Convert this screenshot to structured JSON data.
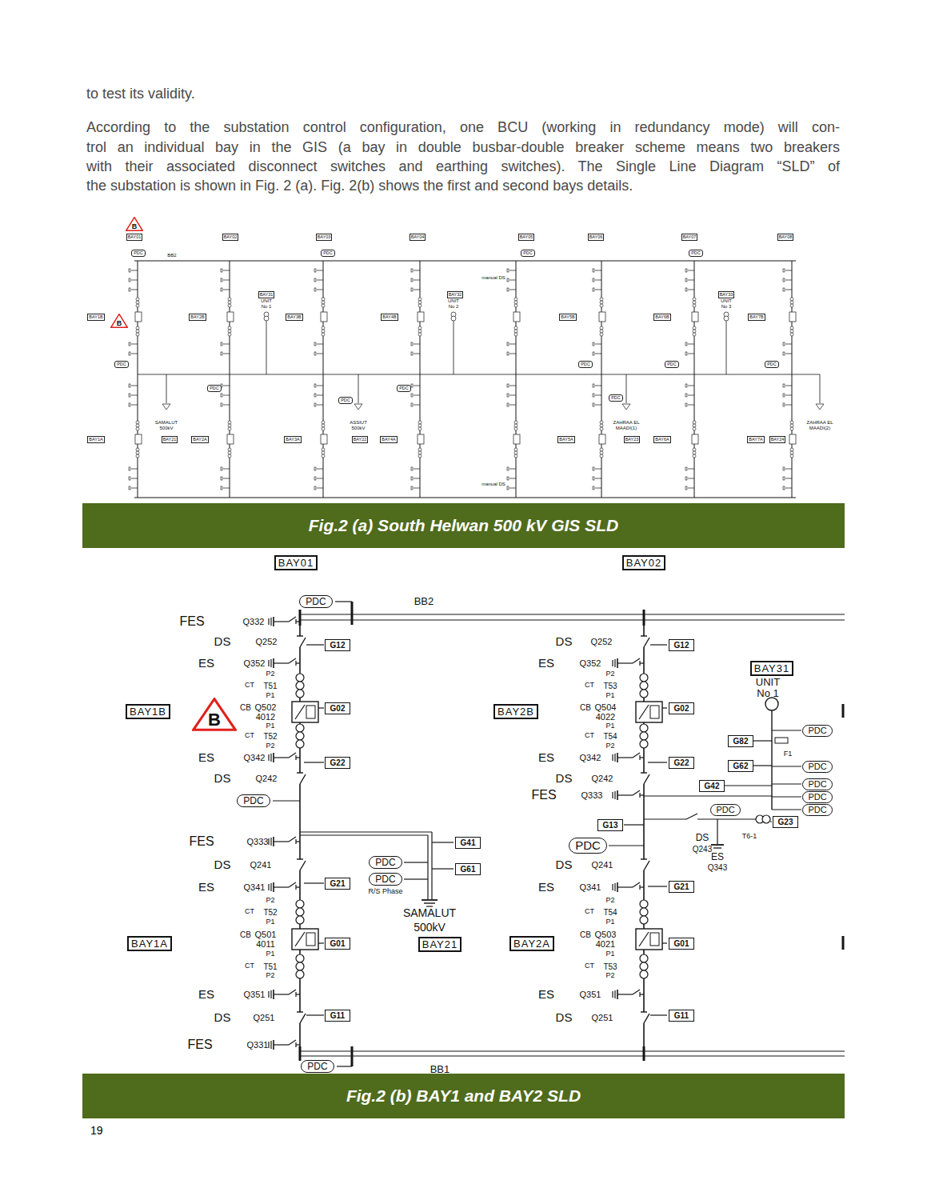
{
  "diagram": {
    "nodes": [
      {
        "text": [
          "B"
        ]
      },
      {
        "text": [
          "BAY01"
        ]
      },
      {
        "text": [
          "BAY02"
        ]
      },
      {
        "text": [
          "BAY03"
        ]
      },
      {
        "text": [
          "BAY04"
        ]
      },
      {
        "text": [
          "BAY05"
        ]
      },
      {
        "text": [
          "BAY06"
        ]
      },
      {
        "text": [
          "BAY07"
        ]
      },
      {
        "text": [
          "BAY08"
        ]
      },
      {
        "text": [
          "PDC"
        ]
      },
      {
        "text": [
          "PDC"
        ]
      },
      {
        "text": [
          "PDC"
        ]
      },
      {
        "text": [
          "PDC"
        ]
      },
      {
        "text": [
          "PDC"
        ]
      },
      {
        "text": [
          "PDC"
        ]
      },
      {
        "text": [
          "PDC"
        ]
      },
      {
        "text": [
          "PDC"
        ]
      },
      {
        "text": [
          "PDC"
        ]
      },
      {
        "text": [
          "PDC"
        ]
      },
      {
        "text": [
          "PDC"
        ]
      },
      {
        "text": [
          "PDC"
        ]
      },
      {
        "text": [
          "BAY1B"
        ]
      },
      {
        "text": [
          "B"
        ]
      },
      {
        "text": [
          "BAY2B"
        ]
      },
      {
        "text": [
          "BAY31"
        ]
      },
      {
        "text": [
          "BAY3B"
        ]
      },
      {
        "text": [
          "BAY4B"
        ]
      },
      {
        "text": [
          "BAY32"
        ]
      },
      {
        "text": [
          "BAY5B"
        ]
      },
      {
        "text": [
          "BAY6B"
        ]
      },
      {
        "text": [
          "BAY33"
        ]
      },
      {
        "text": [
          "BAY7B"
        ]
      },
      {
        "text": [
          "BAY1A"
        ]
      },
      {
        "text": [
          "BAY21"
        ]
      },
      {
        "text": [
          "BAY2A"
        ]
      },
      {
        "text": [
          "BAY3A"
        ]
      },
      {
        "text": [
          "BAY22"
        ]
      },
      {
        "text": [
          "BAY4A"
        ]
      },
      {
        "text": [
          "BAY5A"
        ]
      },
      {
        "text": [
          "BAY23"
        ]
      },
      {
        "text": [
          "BAY6A"
        ]
      },
      {
        "text": [
          "BAY7A"
        ]
      },
      {
        "text": [
          "BAY24"
        ]
      },
      {
        "text": [
          "Fig.2 (a) South Helwan 500 kV GIS SLD"
        ]
      },
      {
        "text": [
          "BAY01"
        ]
      },
      {
        "text": [
          "BAY02"
        ]
      },
      {
        "text": [
          "PDC"
        ]
      },
      {
        "text": [
          "BAY1B"
        ]
      },
      {
        "text": [
          "B"
        ]
      },
      {
        "text": [
          "G12"
        ]
      },
      {
        "text": [
          "G02"
        ]
      },
      {
        "text": [
          "G22"
        ]
      },
      {
        "text": [
          "PDC"
        ]
      },
      {
        "text": [
          "G41"
        ]
      },
      {
        "text": [
          "PDC"
        ]
      },
      {
        "text": [
          "PDC"
        ]
      },
      {
        "text": [
          "G61"
        ]
      },
      {
        "text": [
          "G21"
        ]
      },
      {
        "text": [
          "BAY21"
        ]
      },
      {
        "text": [
          "BAY1A"
        ]
      },
      {
        "text": [
          "G01"
        ]
      },
      {
        "text": [
          "G11"
        ]
      },
      {
        "text": [
          "PDC"
        ]
      },
      {
        "text": [
          "G12"
        ]
      },
      {
        "text": [
          "BAY31"
        ]
      },
      {
        "text": [
          "BAY2B"
        ]
      },
      {
        "text": [
          "G02"
        ]
      },
      {
        "text": [
          "PDC"
        ]
      },
      {
        "text": [
          "G82"
        ]
      },
      {
        "text": [
          "G22"
        ]
      },
      {
        "text": [
          "PDC"
        ]
      },
      {
        "text": [
          "G62"
        ]
      },
      {
        "text": [
          "G42"
        ]
      },
      {
        "text": [
          "PDC"
        ]
      },
      {
        "text": [
          "PDC"
        ]
      },
      {
        "text": [
          "PDC"
        ]
      },
      {
        "text": [
          "PDC"
        ]
      },
      {
        "text": [
          "G23"
        ]
      },
      {
        "text": [
          "G13"
        ]
      },
      {
        "text": [
          "PDC"
        ]
      },
      {
        "text": [
          "G21"
        ]
      },
      {
        "text": [
          "BAY2A"
        ]
      },
      {
        "text": [
          "G01"
        ]
      },
      {
        "text": [
          "G11"
        ]
      },
      {
        "text": [
          "Fig.2 (b) BAY1 and BAY2 SLD"
        ]
      }
    ],
    "labels": [
      "to test its validity.",
      "According to the substation control configuration, one BCU (working in redundancy mode) will con-",
      "trol an individual bay in the GIS (a bay in double busbar-double breaker scheme means two breakers",
      "with their associated disconnect switches and earthing switches). The Single Line Diagram “SLD” of",
      "the substation is shown in Fig. 2 (a). Fig. 2(b) shows the first and second bays details.",
      "BB2",
      "UNIT No 1",
      "UNIT No 2",
      "UNIT No 3",
      "SAMALUT 500kV",
      "ASSIUT 500kV",
      "ZAHRAA EL MAADI(1)",
      "ZAHRAA EL MAADI(2)",
      "manual DS",
      "manual DS",
      "BB2",
      "FES",
      "Q332",
      "DS",
      "Q252",
      "ES",
      "Q352",
      "P2",
      "CT",
      "T51",
      "P1",
      "CB",
      "Q502",
      "4012",
      "P1",
      "CT",
      "T52",
      "P2",
      "ES",
      "Q342",
      "DS",
      "Q242",
      "FES",
      "Q333",
      "DS",
      "Q241",
      "ES",
      "Q341",
      "P2",
      "CT",
      "T52",
      "P1",
      "CB",
      "Q501",
      "4011",
      "P1",
      "CT",
      "T51",
      "P2",
      "ES",
      "Q351",
      "DS",
      "Q251",
      "FES",
      "Q331",
      "R/S Phase",
      "SAMALUT",
      "500kV",
      "BB1",
      "DS",
      "Q252",
      "ES",
      "Q352",
      "P2",
      "CT",
      "T53",
      "P1",
      "CB",
      "Q504",
      "4022",
      "P1",
      "CT",
      "T54",
      "P2",
      "ES",
      "Q342",
      "DS",
      "Q242",
      "FES",
      "Q333",
      "DS",
      "Q241",
      "ES",
      "Q341",
      "P2",
      "CT",
      "T54",
      "P1",
      "CB",
      "Q503",
      "4021",
      "P1",
      "CT",
      "T53",
      "P2",
      "ES",
      "Q351",
      "DS",
      "Q251",
      "UNIT No 1",
      "F1",
      "DS",
      "Q243",
      "ES",
      "Q343",
      "T6-1",
      "19"
    ]
  }
}
